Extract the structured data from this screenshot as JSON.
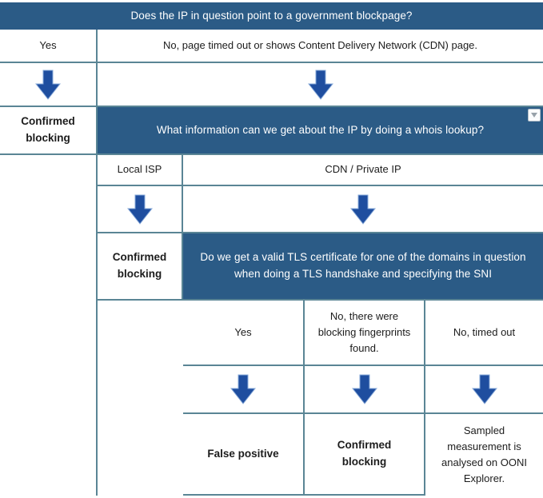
{
  "palette": {
    "header_bg": "#2b5b86",
    "header_text": "#ffffff",
    "border_color": "#5a8595",
    "arrow_fill": "#1f4e9f",
    "arrow_stroke": "#86a8d8",
    "text_color": "#1c1c1c"
  },
  "icons": {
    "dropdown": "triangle-down"
  },
  "flowchart": {
    "q1": "Does the IP in question point to a government blockpage?",
    "q1_answer_yes": "Yes",
    "q1_answer_no": "No, page timed out or shows Content Delivery Network (CDN) page.",
    "outcome_confirmed_blocking_1": "Confirmed blocking",
    "q2": "What information can we get about the IP by doing a whois lookup?",
    "q2_answer_local_isp": "Local ISP",
    "q2_answer_cdn": "CDN / Private IP",
    "outcome_confirmed_blocking_2": "Confirmed blocking",
    "q3": "Do we get a valid TLS certificate for one of the domains in question when doing a TLS handshake and specifying the SNI",
    "q3_answer_yes": "Yes",
    "q3_answer_no_fingerprints": "No, there were blocking fingerprints found.",
    "q3_answer_no_timeout": "No, timed out",
    "outcome_false_positive": "False positive",
    "outcome_confirmed_blocking_3": "Confirmed blocking",
    "outcome_sampled": "Sampled measurement is analysed on OONI Explorer."
  }
}
